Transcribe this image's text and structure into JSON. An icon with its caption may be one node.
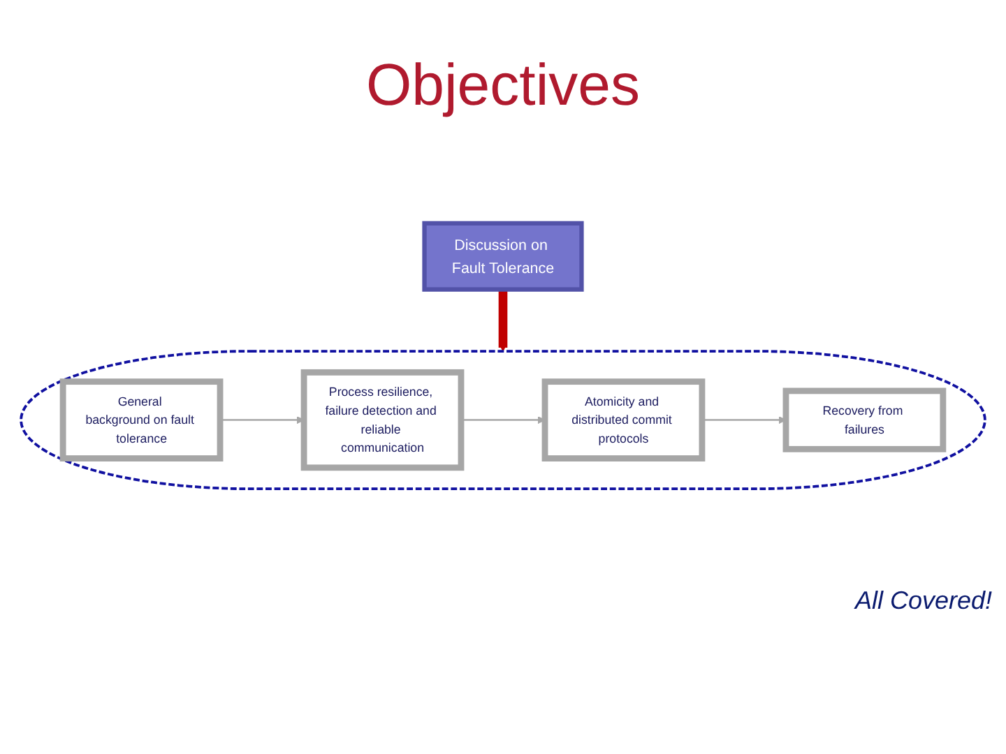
{
  "diagram": {
    "title": "Objectives",
    "nodes": [
      {
        "text": [
          "Discussion on Fault Tolerance"
        ]
      },
      {
        "text": [],
        "shape": "ellipse"
      },
      {
        "text": [
          "General background on fault tolerance"
        ],
        "in": 1
      },
      {
        "text": [
          "Process resilience, failure detection and reliable communication"
        ],
        "in": 1
      },
      {
        "text": [
          "Atomicity and distributed commit protocols"
        ],
        "in": 1
      },
      {
        "text": [
          "Recovery from failures"
        ],
        "in": 1
      }
    ],
    "edges": [
      {
        "from": 0,
        "to": 1,
        "arrow": "to",
        "style": "thick",
        "color": "#c00000"
      },
      {
        "from": 2,
        "to": 3,
        "arrow": "to"
      },
      {
        "from": 3,
        "to": 4,
        "arrow": "to"
      },
      {
        "from": 4,
        "to": 5,
        "arrow": "to"
      }
    ],
    "labels": [
      "All Covered!"
    ]
  }
}
